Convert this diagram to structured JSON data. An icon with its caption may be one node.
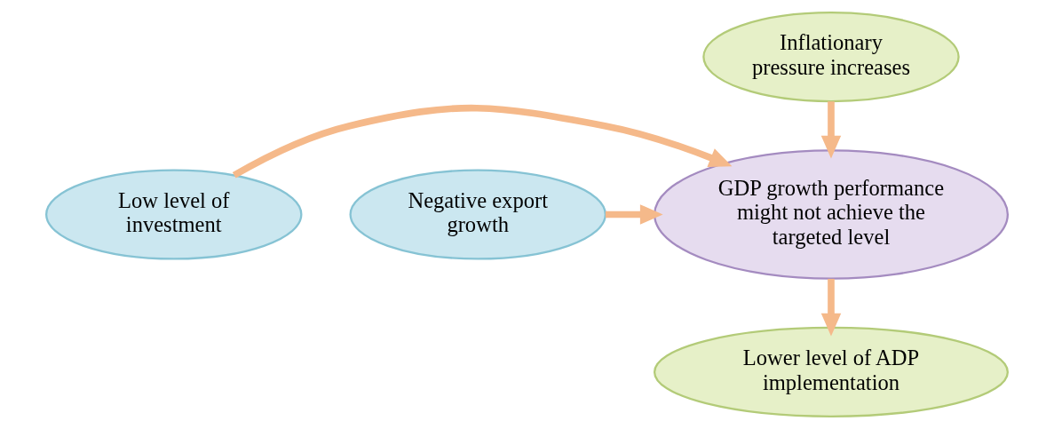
{
  "diagram": {
    "nodes": [
      {
        "text": [
          "Inflationary pressure increases"
        ]
      },
      {
        "text": [
          "Low level of investment"
        ]
      },
      {
        "text": [
          "GDP growth performance might not achieve the targeted level"
        ]
      },
      {
        "text": [
          "Negative export growth"
        ]
      },
      {
        "text": [
          "Lower level of ADP implementation"
        ]
      }
    ],
    "edges": [
      {
        "from": 0,
        "to": 2,
        "arrow": "to"
      },
      {
        "from": 1,
        "to": 2,
        "arrow": "to"
      },
      {
        "from": 3,
        "to": 2,
        "arrow": "to"
      },
      {
        "from": 2,
        "to": 4,
        "arrow": "to"
      }
    ]
  }
}
